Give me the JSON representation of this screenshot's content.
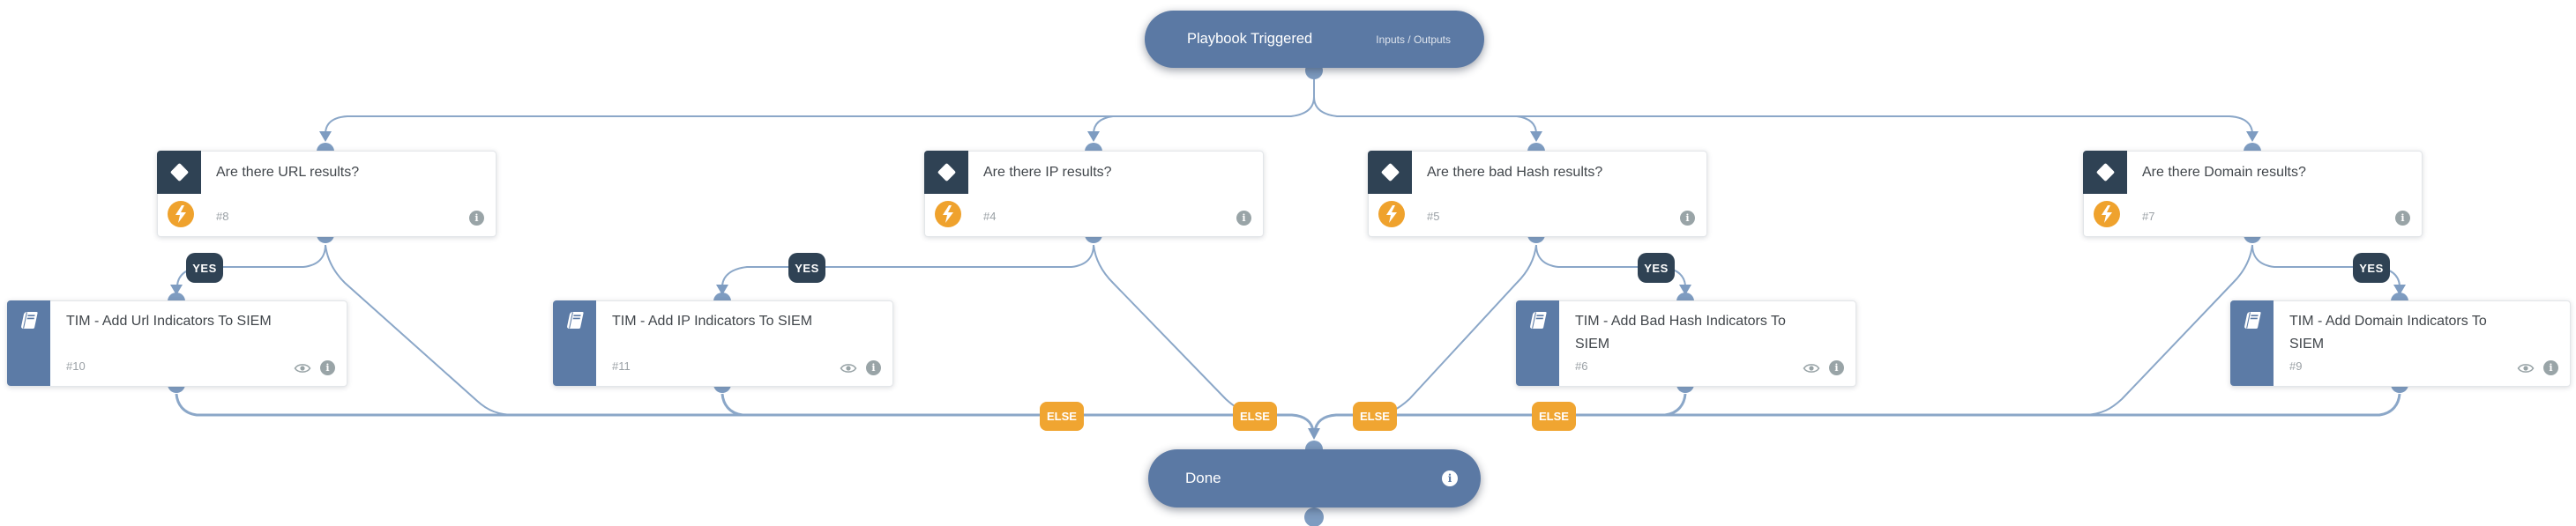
{
  "app": {
    "view": "playbook-workflow-canvas"
  },
  "trigger_node": {
    "title": "Playbook Triggered",
    "link": "Inputs / Outputs"
  },
  "condition_nodes": [
    {
      "title": "Are there URL results?",
      "id": "#8"
    },
    {
      "title": "Are there IP results?",
      "id": "#4"
    },
    {
      "title": "Are there bad Hash results?",
      "id": "#5"
    },
    {
      "title": "Are there Domain results?",
      "id": "#7"
    }
  ],
  "task_nodes": [
    {
      "title": "TIM - Add Url Indicators To SIEM",
      "id": "#10"
    },
    {
      "title": "TIM - Add IP Indicators To SIEM",
      "id": "#11"
    },
    {
      "title": "TIM - Add Bad Hash Indicators To SIEM",
      "id": "#6"
    },
    {
      "title": "TIM - Add Domain Indicators To SIEM",
      "id": "#9"
    }
  ],
  "edge_labels": {
    "yes": "YES",
    "else": "ELSE"
  },
  "end_node": {
    "title": "Done"
  },
  "icons": {
    "condition": "diamond-icon",
    "automation": "lightning-icon",
    "sub_playbook": "book-icon",
    "quiet_mode": "eye-icon",
    "details": "info-icon",
    "info_glyph": "i"
  },
  "colors": {
    "node_slate": "#5b79a4",
    "condition_dark": "#2f4254",
    "accent_orange": "#efa22d",
    "edge_blue": "#8ba7c8",
    "connector_blue": "#7e9cc1",
    "card_background": "#ffffff"
  }
}
